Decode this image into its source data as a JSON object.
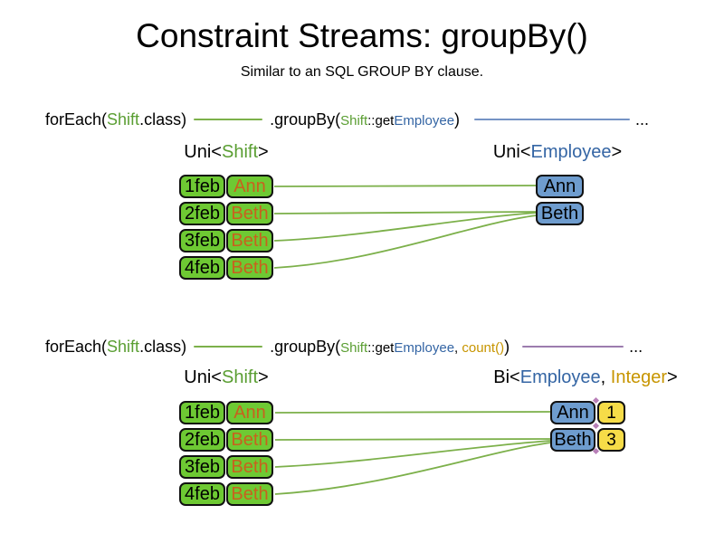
{
  "title": "Constraint Streams: groupBy()",
  "subtitle": "Similar to an SQL GROUP BY clause.",
  "colors": {
    "green_box": "#6ec933",
    "green_text": "#5a9e32",
    "green_line": "#7cb04a",
    "orange_text": "#c8611e",
    "blue_box": "#6e9cce",
    "blue_text": "#3465a4",
    "blue_line": "#7593c5",
    "gold_text": "#c79500",
    "purple_line": "#9c7cae",
    "yellow_box": "#f6dc48",
    "diamond": "#b87fb8"
  },
  "code1": {
    "foreach_open": "forEach(",
    "foreach_class": "Shift",
    "foreach_close": ".class)",
    "groupby_open": ".groupBy(",
    "arg_class": "Shift",
    "arg_accessor": "::get",
    "arg_property": "Employee",
    "groupby_close": ")",
    "ellipsis": "..."
  },
  "code2": {
    "foreach_open": "forEach(",
    "foreach_class": "Shift",
    "foreach_close": ".class)",
    "groupby_open": ".groupBy(",
    "arg_class": "Shift",
    "arg_accessor": "::get",
    "arg_property": "Employee",
    "separator": ", ",
    "arg_count": "count()",
    "groupby_close": ")",
    "ellipsis": "..."
  },
  "diagram1": {
    "source_label": {
      "pre": "Uni<",
      "type": "Shift",
      "post": ">"
    },
    "result_label": {
      "pre": "Uni<",
      "type": "Employee",
      "post": ">"
    },
    "rows": [
      {
        "date": "1feb",
        "employee": "Ann"
      },
      {
        "date": "2feb",
        "employee": "Beth"
      },
      {
        "date": "3feb",
        "employee": "Beth"
      },
      {
        "date": "4feb",
        "employee": "Beth"
      }
    ],
    "groups": [
      {
        "employee": "Ann"
      },
      {
        "employee": "Beth"
      }
    ]
  },
  "diagram2": {
    "source_label": {
      "pre": "Uni<",
      "type": "Shift",
      "post": ">"
    },
    "result_label": {
      "pre": "Bi<",
      "type1": "Employee",
      "sep": ", ",
      "type2": "Integer",
      "post": ">"
    },
    "rows": [
      {
        "date": "1feb",
        "employee": "Ann"
      },
      {
        "date": "2feb",
        "employee": "Beth"
      },
      {
        "date": "3feb",
        "employee": "Beth"
      },
      {
        "date": "4feb",
        "employee": "Beth"
      }
    ],
    "groups": [
      {
        "employee": "Ann",
        "count": "1"
      },
      {
        "employee": "Beth",
        "count": "3"
      }
    ]
  }
}
